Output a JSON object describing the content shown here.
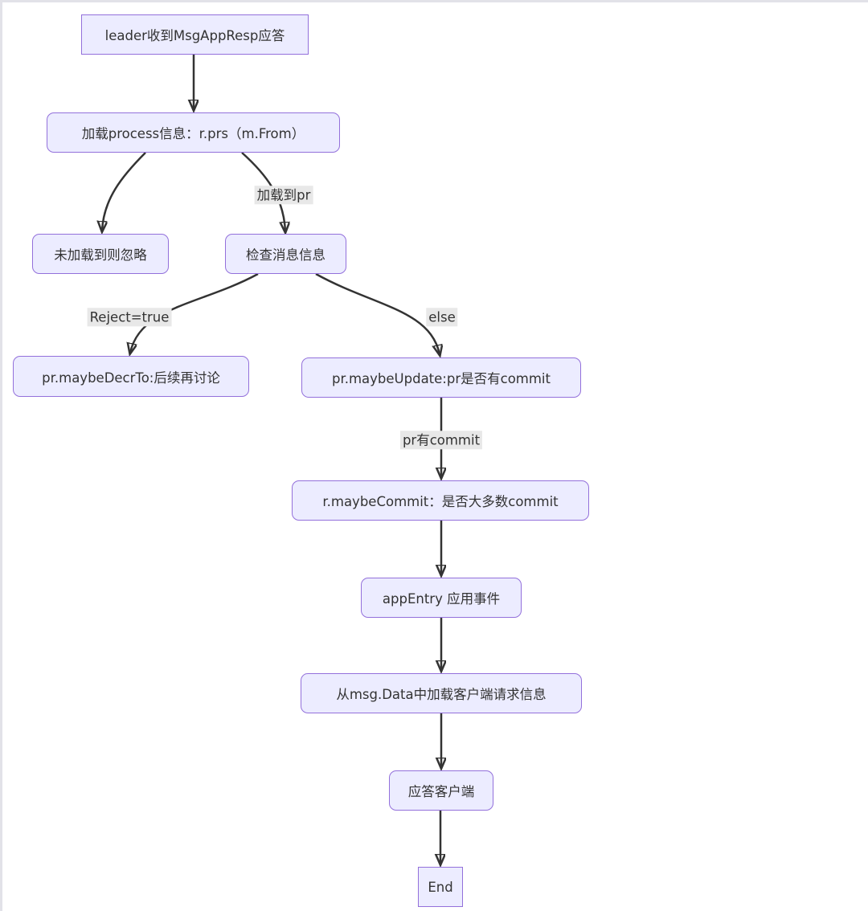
{
  "diagram": {
    "type": "flowchart",
    "direction": "top-down",
    "nodes": [
      {
        "id": "A",
        "label": "leader收到MsgAppResp应答",
        "shape": "rect"
      },
      {
        "id": "B",
        "label": "加载process信息：r.prs（m.From）",
        "shape": "rounded"
      },
      {
        "id": "C",
        "label": "未加载到则忽略",
        "shape": "rounded"
      },
      {
        "id": "D",
        "label": "检查消息信息",
        "shape": "rounded"
      },
      {
        "id": "E",
        "label": "pr.maybeDecrTo:后续再讨论",
        "shape": "rounded"
      },
      {
        "id": "F",
        "label": "pr.maybeUpdate:pr是否有commit",
        "shape": "rounded"
      },
      {
        "id": "G",
        "label": "r.maybeCommit：是否大多数commit",
        "shape": "rounded"
      },
      {
        "id": "H",
        "label": "appEntry 应用事件",
        "shape": "rounded"
      },
      {
        "id": "I",
        "label": "从msg.Data中加载客户端请求信息",
        "shape": "rounded"
      },
      {
        "id": "J",
        "label": "应答客户端",
        "shape": "rounded"
      },
      {
        "id": "K",
        "label": "End",
        "shape": "rect"
      }
    ],
    "edges": [
      {
        "from": "A",
        "to": "B",
        "label": ""
      },
      {
        "from": "B",
        "to": "C",
        "label": ""
      },
      {
        "from": "B",
        "to": "D",
        "label": "加载到pr"
      },
      {
        "from": "D",
        "to": "E",
        "label": "Reject=true"
      },
      {
        "from": "D",
        "to": "F",
        "label": "else"
      },
      {
        "from": "F",
        "to": "G",
        "label": "pr有commit"
      },
      {
        "from": "G",
        "to": "H",
        "label": ""
      },
      {
        "from": "H",
        "to": "I",
        "label": ""
      },
      {
        "from": "I",
        "to": "J",
        "label": ""
      },
      {
        "from": "J",
        "to": "K",
        "label": ""
      }
    ],
    "colors": {
      "node_fill": "#ECECFF",
      "node_border": "#9370DB",
      "edge_stroke": "#333333",
      "edge_label_bg": "#e8e8e8",
      "text": "#333333",
      "frame_border": "#e2e2e8",
      "background": "#ffffff"
    }
  }
}
